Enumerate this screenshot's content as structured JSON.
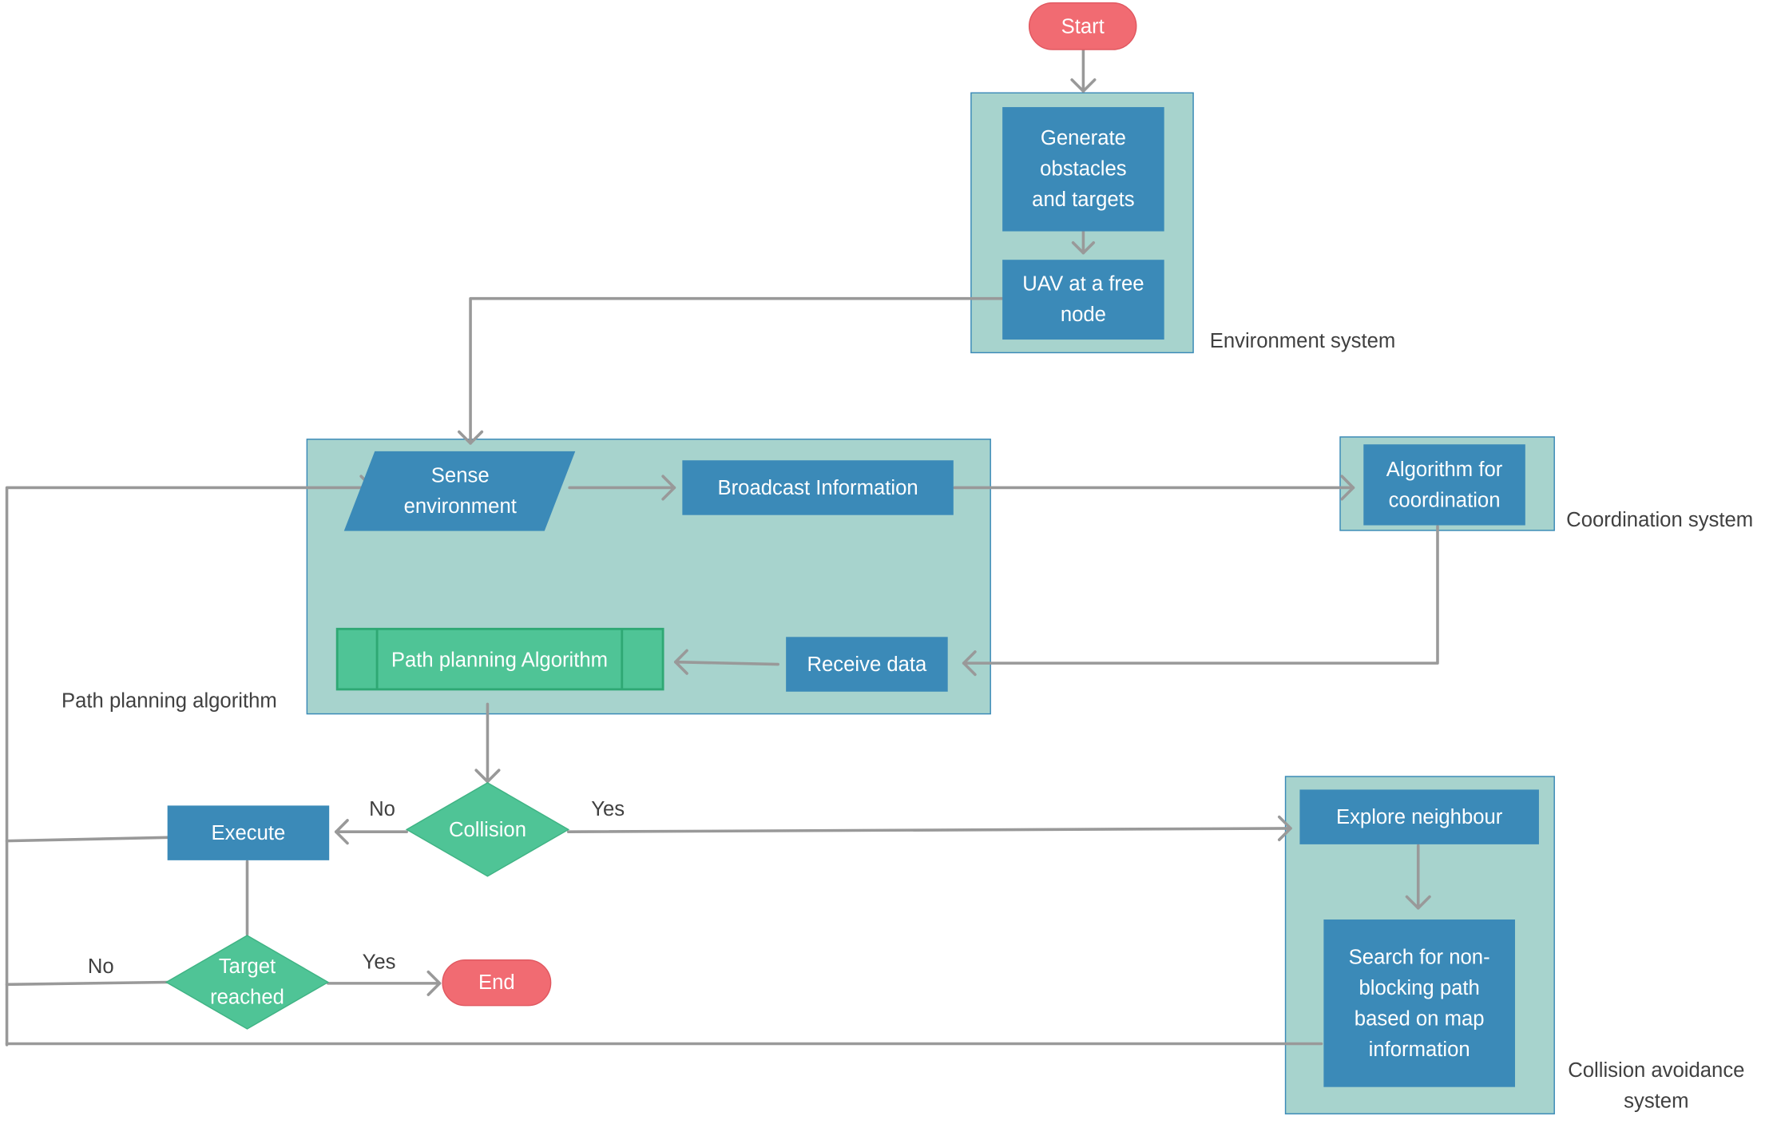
{
  "colors": {
    "system_fill": "#a7d3cd",
    "system_border": "#3b8ab8",
    "process_fill": "#3b8ab8",
    "decision_fill": "#4fc496",
    "predefined_fill": "#4fc496",
    "terminal_fill": "#f16b72",
    "connector": "#999999",
    "label_text": "#404040"
  },
  "nodes": {
    "start": "Start",
    "generate": "Generate obstacles and targets",
    "uav": "UAV at a free node",
    "sense": "Sense environment",
    "broadcast": "Broadcast Information",
    "coordination_algo": "Algorithm for coordination",
    "receive": "Receive data",
    "path_planning": "Path planning Algorithm",
    "collision": "Collision",
    "execute": "Execute",
    "target": "Target reached",
    "end": "End",
    "explore": "Explore neighbour",
    "search": "Search for non-blocking path based on map information"
  },
  "system_labels": {
    "environment": "Environment system",
    "coordination": "Coordination system",
    "path_planning": "Path planning algorithm",
    "collision_avoidance": "Collision avoidance system"
  },
  "edge_labels": {
    "collision_no": "No",
    "collision_yes": "Yes",
    "target_no": "No",
    "target_yes": "Yes"
  }
}
